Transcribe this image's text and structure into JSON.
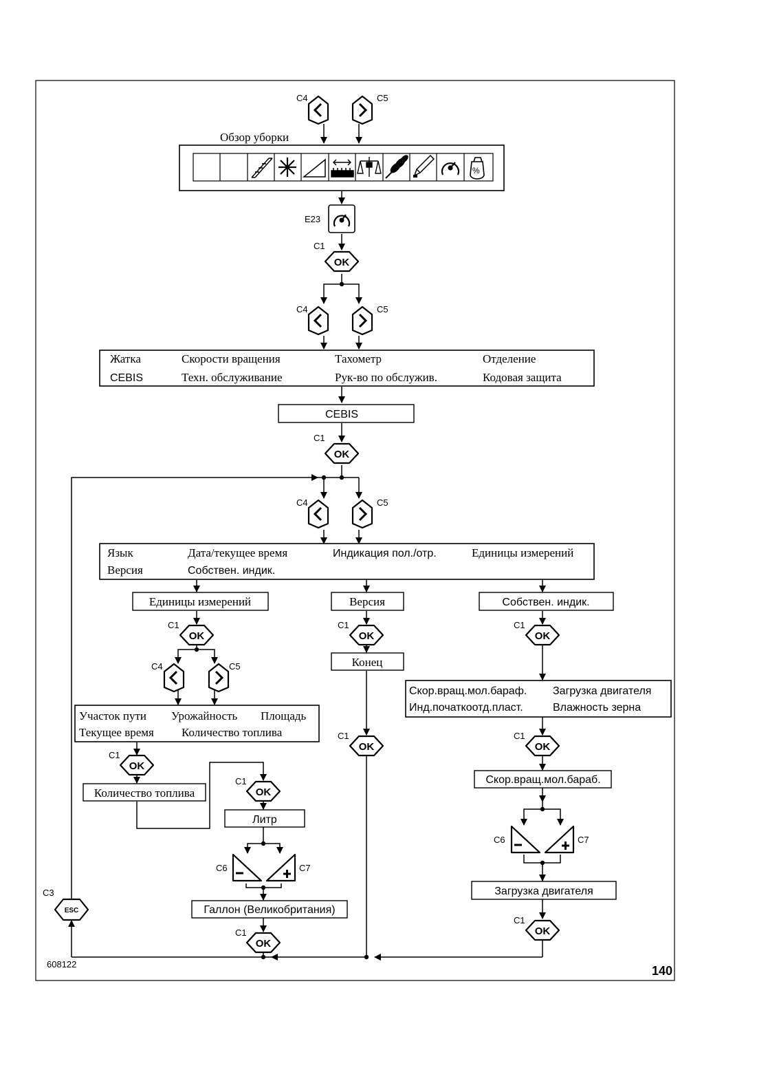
{
  "keys": {
    "c1": "C1",
    "c3": "C3",
    "c4": "C4",
    "c5": "C5",
    "c6": "C6",
    "c7": "C7",
    "e23": "E23",
    "ok": "OK",
    "esc": "ESC"
  },
  "overview": {
    "title": "Обзор уборки",
    "icons": [
      "blank-icon",
      "blank-icon",
      "header-icon",
      "rotor-speed-icon",
      "slope-icon",
      "width-measure-icon",
      "scale-icon",
      "grain-icon",
      "pencil-icon",
      "gauge-icon",
      "percent-icon"
    ]
  },
  "menu1": {
    "row1": [
      "Жатка",
      "Скорости вращения",
      "Тахометр",
      "Отделение"
    ],
    "row2": [
      "CEBIS",
      "Техн. обслуживание",
      "Рук-во по обслужив.",
      "Кодовая защита"
    ]
  },
  "cebis_box": "CEBIS",
  "menu2": {
    "row1": [
      "Язык",
      "Дата/текущее время",
      "Индикация пол./отр.",
      "Единицы измерений"
    ],
    "row2": [
      "Версия",
      "Собствен. индик."
    ]
  },
  "left": {
    "box": "Единицы измерений",
    "menu_row1": [
      "Участок пути",
      "Урожайность",
      "Площадь"
    ],
    "menu_row2": [
      "Текущее время",
      "Количество топлива"
    ],
    "fuel_box": "Количество топлива",
    "liter_box": "Литр",
    "gallon_box": "Галлон (Великобритания)"
  },
  "middle": {
    "box": "Версия",
    "end_box": "Конец"
  },
  "right": {
    "box": "Собствен. индик.",
    "menu_row1": [
      "Скор.вращ.мол.бараф.",
      "Загрузка двигателя"
    ],
    "menu_row2": [
      "Инд.початкоотд.пласт.",
      "Влажность зерна"
    ],
    "speed_box": "Скор.вращ.мол.бараб.",
    "engine_box": "Загрузка двигателя"
  },
  "figure_id": "608122",
  "page_number": "140"
}
